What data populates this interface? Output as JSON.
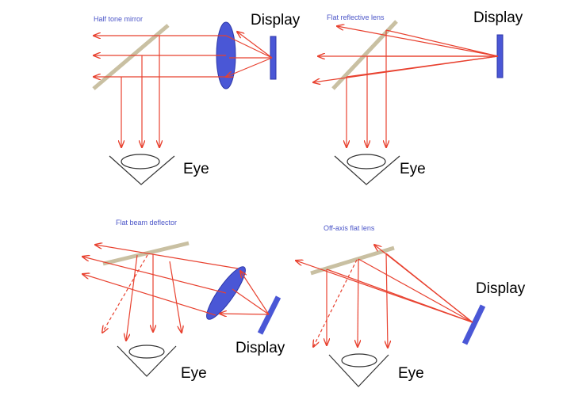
{
  "colors": {
    "ray": "#e8412f",
    "element": "#4a57d6",
    "element_stroke": "#2c36a8",
    "mirror": "#c9c0a2",
    "small_label": "#4b55c8",
    "eye": "#333333"
  },
  "panels": [
    {
      "caption": "Half tone mirror",
      "display_label": "Display",
      "eye_label": "Eye"
    },
    {
      "caption": "Flat reflective lens",
      "display_label": "Display",
      "eye_label": "Eye"
    },
    {
      "caption": "Flat beam deflector",
      "display_label": "Display",
      "eye_label": "Eye"
    },
    {
      "caption": "Off-axis flat lens",
      "display_label": "Display",
      "eye_label": "Eye"
    }
  ]
}
